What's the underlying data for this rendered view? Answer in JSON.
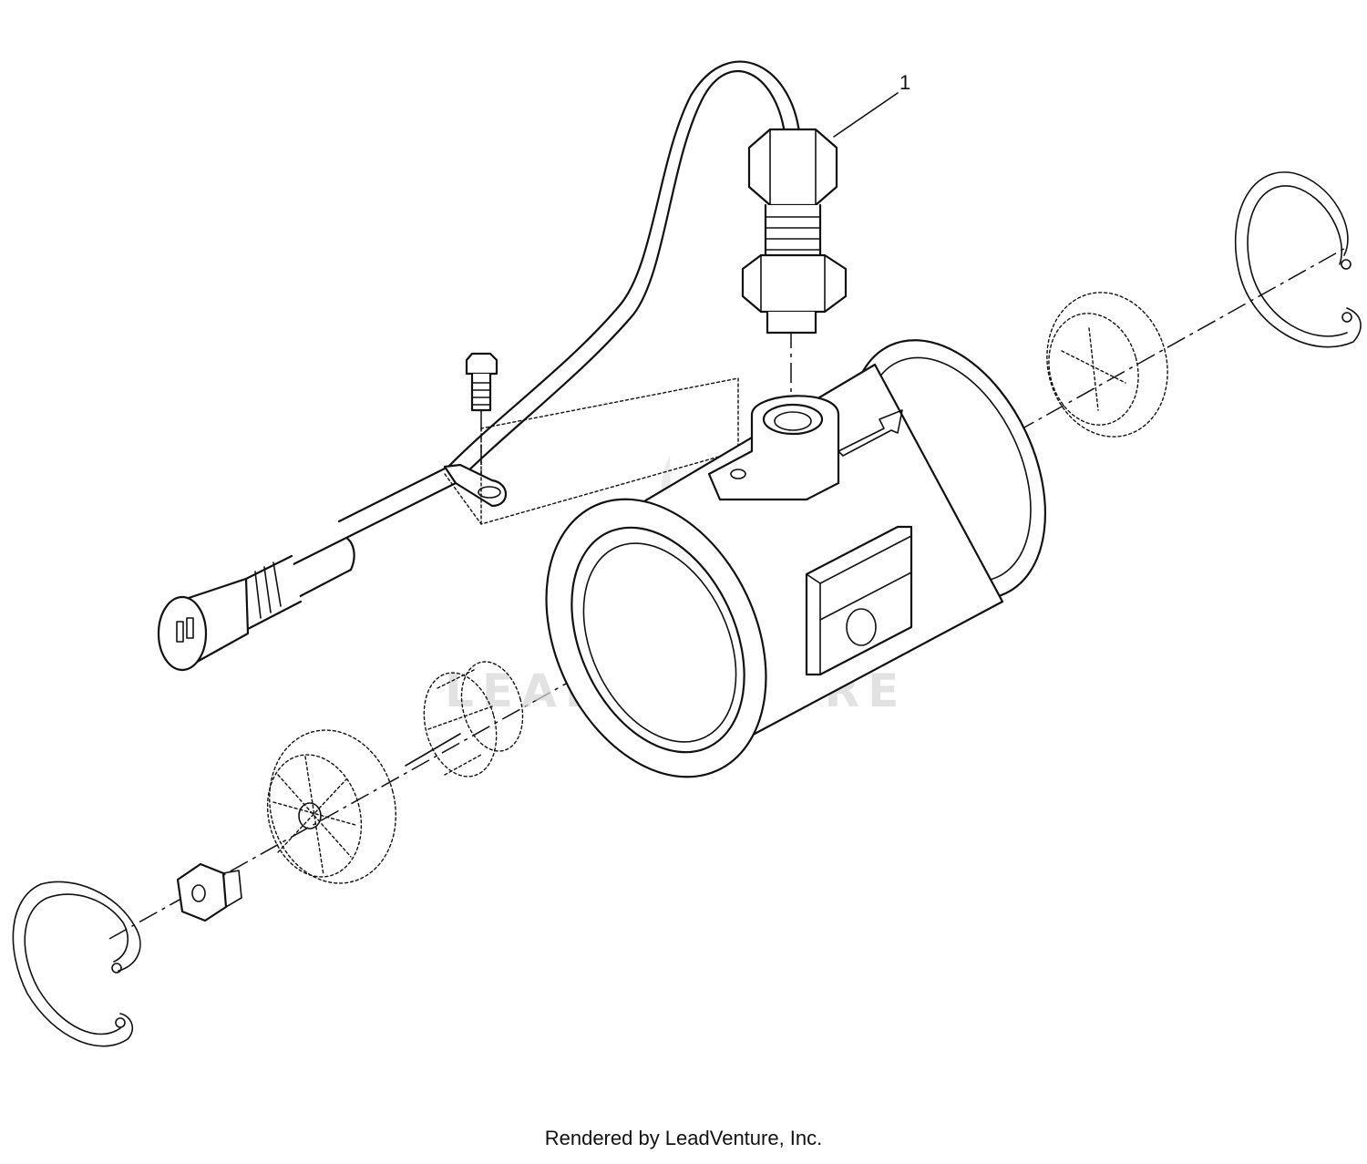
{
  "callouts": [
    {
      "label": "1",
      "part": "flow-sensor"
    }
  ],
  "watermark": {
    "text": "LEADVENTURE",
    "logo": "flame-logo-icon"
  },
  "footer": {
    "text": "Rendered by LeadVenture, Inc."
  }
}
